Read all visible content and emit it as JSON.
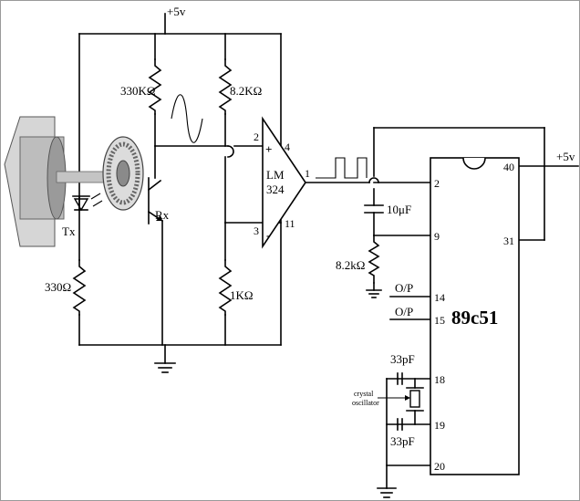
{
  "labels": {
    "vcc_top": "+5v",
    "vcc_right": "+5v",
    "r_330k": "330KΩ",
    "r_8_2k_top": "8.2KΩ",
    "r_1k": "1KΩ",
    "r_330": "330Ω",
    "tx": "Tx",
    "rx": "Rx",
    "opamp_line1": "LM",
    "opamp_line2": "324",
    "opamp_plus": "+",
    "opamp_minus": "-",
    "opamp_pin_2": "2",
    "opamp_pin_3": "3",
    "opamp_pin_4": "4",
    "opamp_pin_11": "11",
    "opamp_pin_1": "1",
    "cap_10uf": "10μF",
    "r_8_2k_bottom": "8.2kΩ",
    "op_14": "O/P",
    "op_15": "O/P",
    "cap_33pf_top": "33pF",
    "cap_33pf_bottom": "33pF",
    "crystal_line1": "crystal",
    "crystal_line2": "oscillator",
    "chip_name": "89c51",
    "pin_2": "2",
    "pin_9": "9",
    "pin_14": "14",
    "pin_15": "15",
    "pin_18": "18",
    "pin_19": "19",
    "pin_20": "20",
    "pin_40": "40",
    "pin_31": "31"
  }
}
